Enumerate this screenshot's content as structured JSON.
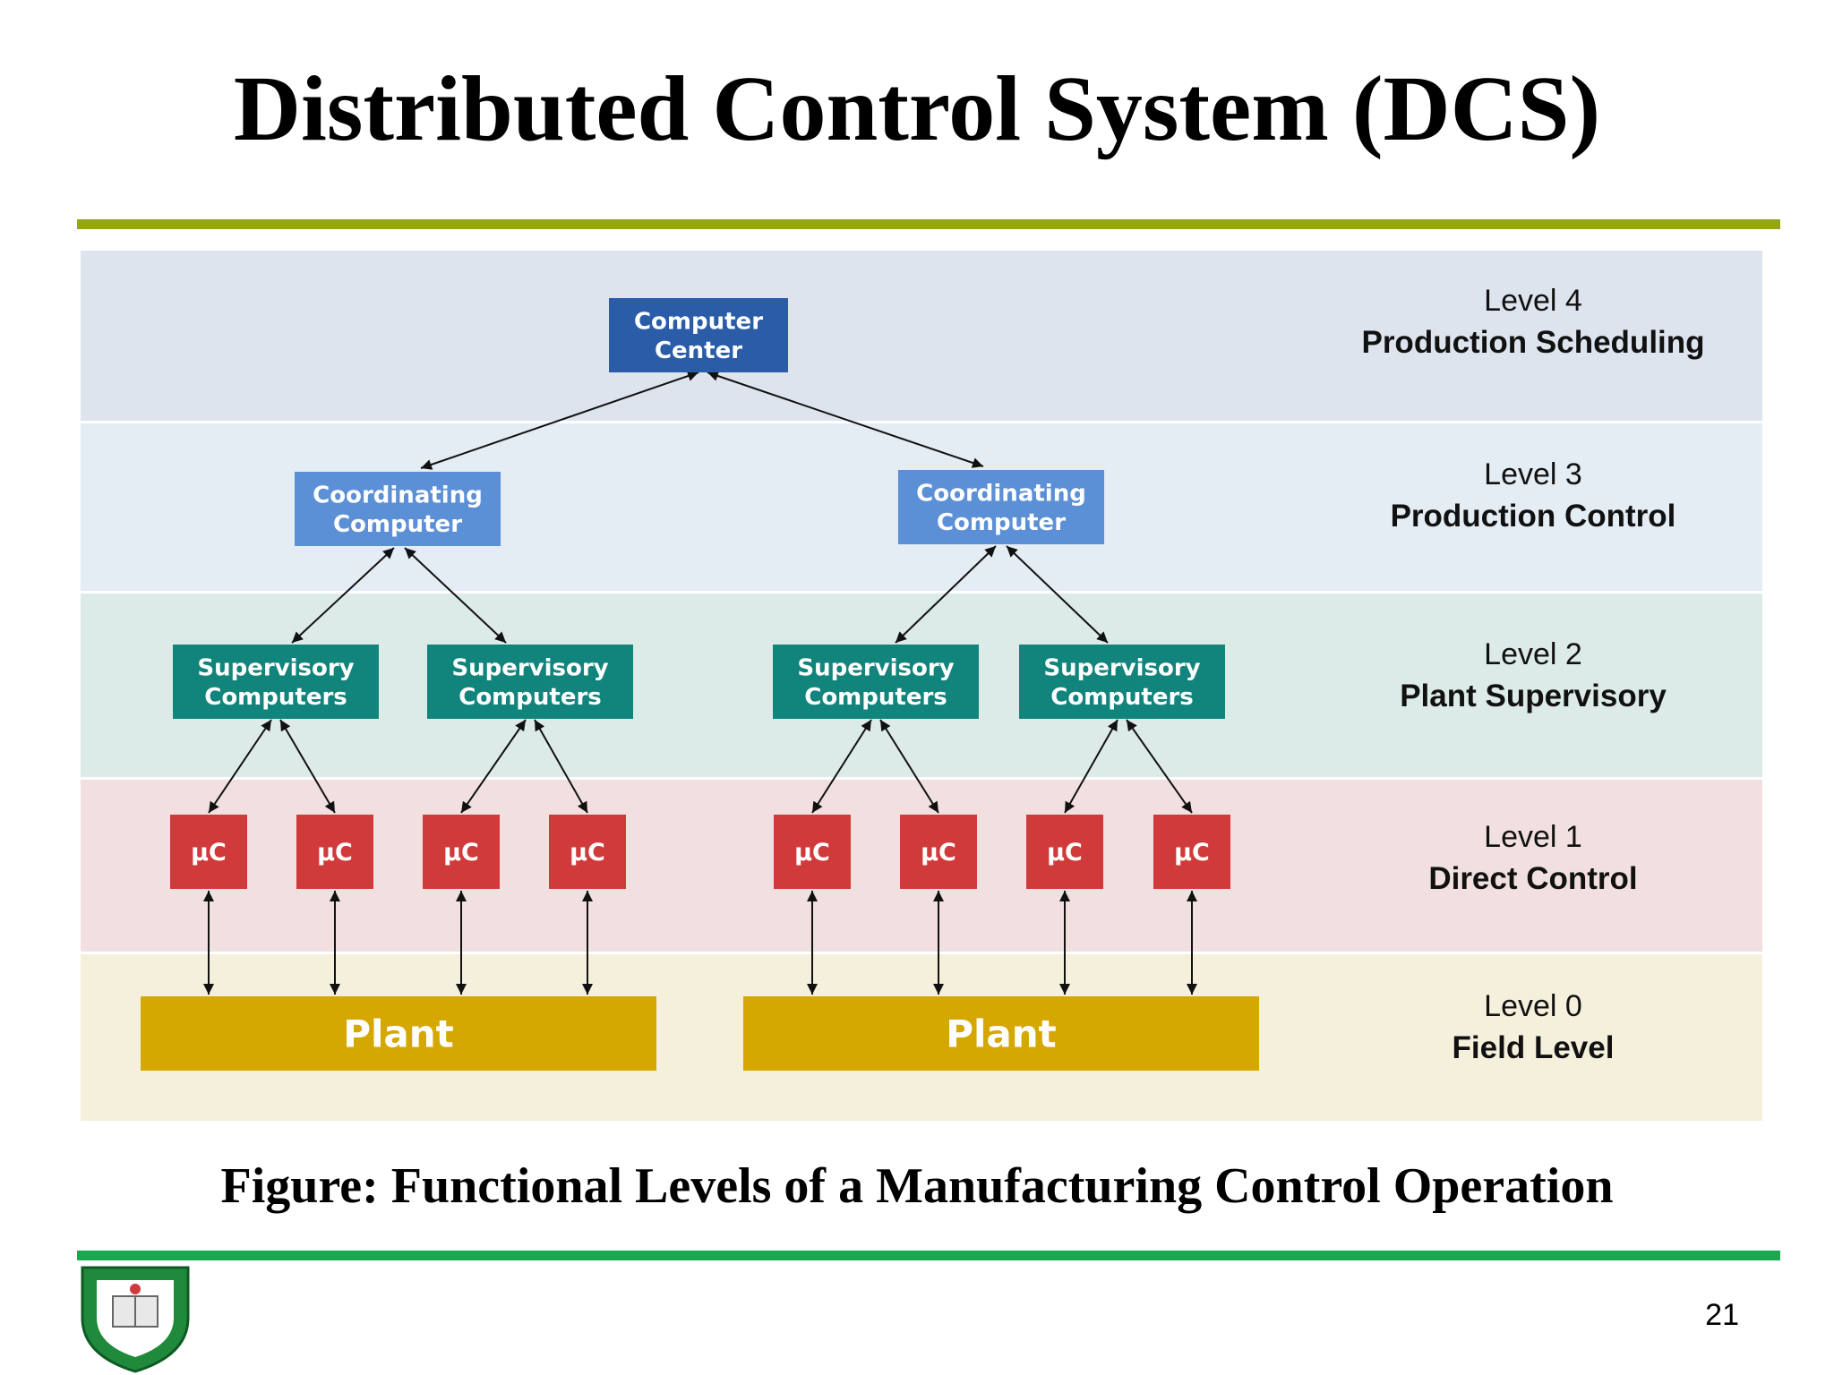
{
  "slide": {
    "title": "Distributed Control System (DCS)",
    "caption": "Figure: Functional Levels of a Manufacturing Control Operation",
    "page_number": "21"
  },
  "colors": {
    "top_rule": "#94a614",
    "bottom_rule": "#1aa84f",
    "computer_center": "#2a5ca8",
    "coordinating": "#5b8fd6",
    "supervisory": "#11847c",
    "microcontroller": "#d13a3a",
    "plant": "#d4a800",
    "band_level4": "#dde4ee",
    "band_level3": "#e4ecf4",
    "band_level2": "#dcebe8",
    "band_level1": "#f2e0e0",
    "band_level0": "#f5f0dc"
  },
  "levels": [
    {
      "level": "Level 4",
      "name": "Production Scheduling"
    },
    {
      "level": "Level 3",
      "name": "Production Control"
    },
    {
      "level": "Level 2",
      "name": "Plant Supervisory"
    },
    {
      "level": "Level 1",
      "name": "Direct Control"
    },
    {
      "level": "Level 0",
      "name": "Field Level"
    }
  ],
  "computer_center": {
    "line1": "Computer",
    "line2": "Center"
  },
  "coordinating": [
    {
      "line1": "Coordinating",
      "line2": "Computer"
    },
    {
      "line1": "Coordinating",
      "line2": "Computer"
    }
  ],
  "supervisory": [
    {
      "line1": "Supervisory",
      "line2": "Computers"
    },
    {
      "line1": "Supervisory",
      "line2": "Computers"
    },
    {
      "line1": "Supervisory",
      "line2": "Computers"
    },
    {
      "line1": "Supervisory",
      "line2": "Computers"
    }
  ],
  "microcontrollers": [
    "µC",
    "µC",
    "µC",
    "µC",
    "µC",
    "µC",
    "µC",
    "µC"
  ],
  "plants": [
    "Plant",
    "Plant"
  ],
  "logo": {
    "type": "university-crest-shield"
  }
}
